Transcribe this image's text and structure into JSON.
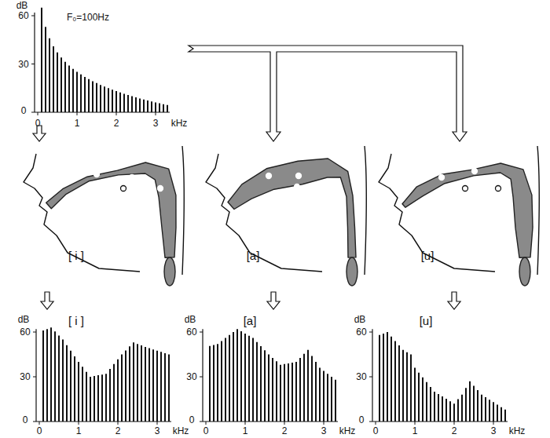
{
  "diagram": {
    "labels": [
      "dB",
      "60",
      "30",
      "0",
      "F₀=100Hz",
      "0",
      "1",
      "2",
      "3",
      "kHz",
      "[ i ]",
      "[a]",
      "[u]",
      "dB",
      "60",
      "30",
      "0",
      "[ i ]",
      "0",
      "1",
      "2",
      "3",
      "kHz",
      "dB",
      "60",
      "30",
      "0",
      "[a]",
      "0",
      "1",
      "2",
      "3",
      "kHz",
      "dB",
      "60",
      "30",
      "0",
      "[u]",
      "0",
      "1",
      "2",
      "3",
      "kHz"
    ]
  }
}
